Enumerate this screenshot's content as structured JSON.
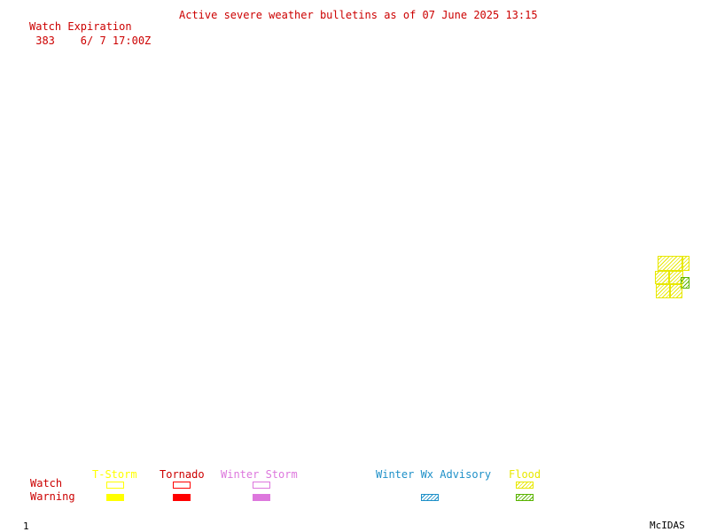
{
  "header": {
    "title": "Active severe weather bulletins as of 07 June 2025 13:15",
    "watch_label": "Watch Expiration",
    "watch_entry": " 383    6/ 7 17:00Z"
  },
  "legend": {
    "row_labels": {
      "watch": "Watch",
      "warning": "Warning"
    },
    "columns": {
      "tstorm": "T-Storm",
      "tornado": "Tornado",
      "winter_storm": "Winter Storm",
      "winter_wx_advisory": "Winter Wx Advisory",
      "flood": "Flood"
    }
  },
  "footer": {
    "frame_number": "1",
    "brand": "McIDAS"
  },
  "colors": {
    "title_red": "#cc0000",
    "tstorm_yellow": "#ffff00",
    "tornado_red": "#ff0000",
    "winter_storm_pink": "#dd77dd",
    "advisory_blue": "#1e90c8",
    "flood_yellow": "#e8e800",
    "flood_green": "#59b300"
  }
}
